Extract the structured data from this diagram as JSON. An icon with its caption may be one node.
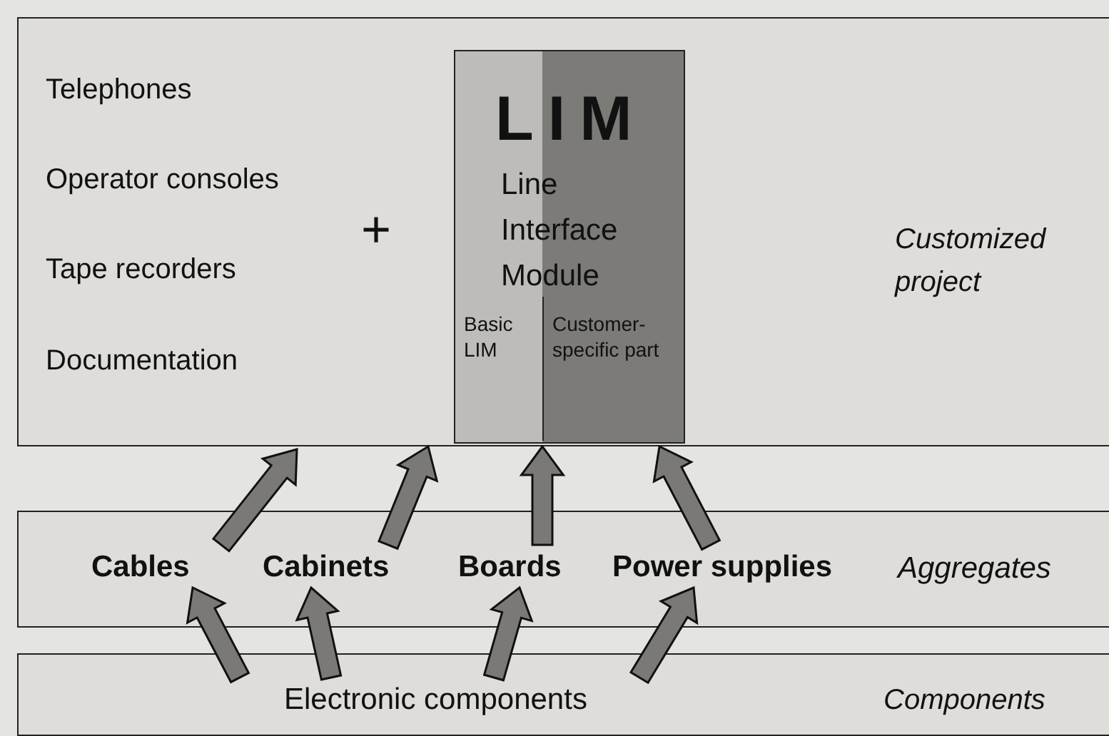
{
  "diagram": {
    "nodes": [
      {
        "text": [
          "Customized project"
        ]
      },
      {
        "text": [
          "LIM",
          "Line Interface Module"
        ],
        "in": 0
      },
      {
        "text": [
          "Basic LIM"
        ],
        "in": 1
      },
      {
        "text": [
          "Customer- specific part"
        ],
        "in": 1
      },
      {
        "text": [
          "Aggregates"
        ]
      },
      {
        "text": [
          "Cables"
        ],
        "in": 4
      },
      {
        "text": [
          "Cabinets"
        ],
        "in": 4
      },
      {
        "text": [
          "Boards"
        ],
        "in": 4
      },
      {
        "text": [
          "Power supplies"
        ],
        "in": 4
      },
      {
        "text": [
          "Components"
        ]
      },
      {
        "text": [
          "Electronic components"
        ],
        "in": 9
      }
    ],
    "edges": [
      {
        "from": 5,
        "to": 0,
        "arrow": "to",
        "style": "thick"
      },
      {
        "from": 6,
        "to": 1,
        "arrow": "to",
        "style": "thick"
      },
      {
        "from": 7,
        "to": 1,
        "arrow": "to",
        "style": "thick"
      },
      {
        "from": 8,
        "to": 1,
        "arrow": "to",
        "style": "thick"
      },
      {
        "from": 10,
        "to": 5,
        "arrow": "to",
        "style": "thick"
      },
      {
        "from": 10,
        "to": 6,
        "arrow": "to",
        "style": "thick"
      },
      {
        "from": 10,
        "to": 7,
        "arrow": "to",
        "style": "thick"
      },
      {
        "from": 10,
        "to": 8,
        "arrow": "to",
        "style": "thick"
      }
    ],
    "labels": [
      "Telephones",
      "Operator consoles",
      "Tape recorders",
      "Documentation",
      "+"
    ]
  }
}
